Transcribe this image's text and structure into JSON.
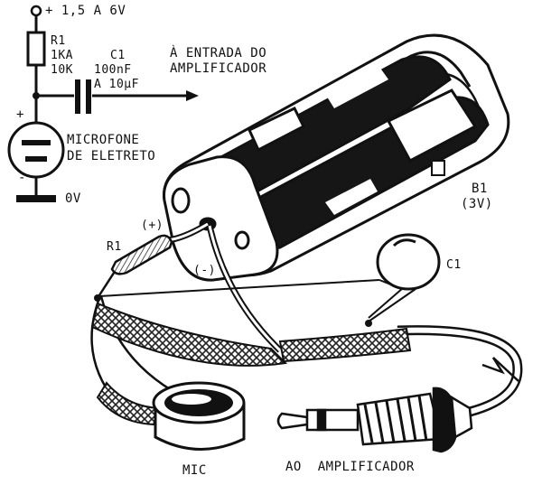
{
  "schematic": {
    "supply_label": "+ 1,5 A 6V",
    "r1_name": "R1",
    "r1_value_1": "1KA",
    "r1_value_2": "10K",
    "c1_name": "C1",
    "c1_value_1": "100nF",
    "c1_value_2": "A 10μF",
    "output_line1": "À ENTRADA DO",
    "output_line2": "AMPLIFICADOR",
    "mic_polarity_plus": "+",
    "mic_polarity_minus": "-",
    "mic_line1": "MICROFONE",
    "mic_line2": "DE ELETRETO",
    "ground_label": "0V"
  },
  "pictorial": {
    "battery_name": "B1",
    "battery_voltage": "(3V)",
    "plus_label": "(+)",
    "minus_label": "(-)",
    "r1_label": "R1",
    "c1_label": "C1",
    "mic_label": "MIC",
    "plug_label": "AO  AMPLIFICADOR"
  }
}
